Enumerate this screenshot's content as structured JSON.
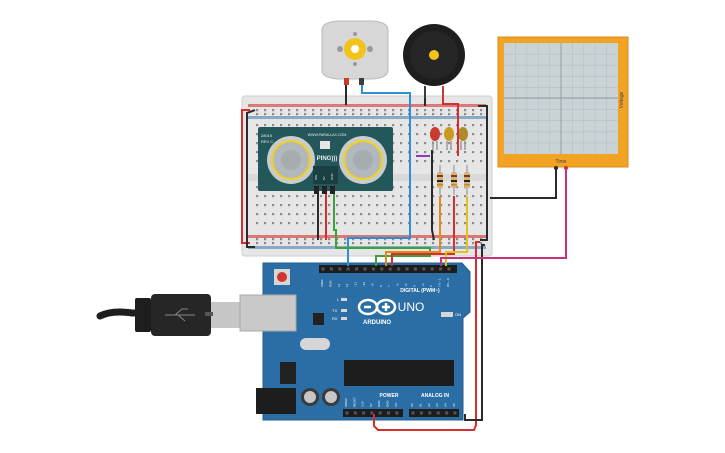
{
  "sensor": {
    "brand": "WWW.PARALLAX.COM",
    "model_line1": "28015",
    "model_line2": "REV C",
    "name": "PING)))",
    "pin_labels": [
      "SIG",
      "5V",
      "GND"
    ]
  },
  "oscilloscope": {
    "x_label": "Time",
    "y_label": "Voltage"
  },
  "arduino": {
    "brand": "ARDUINO",
    "model": "UNO",
    "digital_header": "DIGITAL (PWM~)",
    "power_label": "POWER",
    "analog_label": "ANALOG IN",
    "on_label": "ON",
    "tx_label": "TX",
    "rx_label": "RX",
    "l_label": "L",
    "digital_pins": [
      "AREF",
      "GND",
      "13",
      "12",
      "~11",
      "~10",
      "~9",
      "8",
      "7",
      "~6",
      "~5",
      "4",
      "~3",
      "2",
      "TX→1",
      "RX←0"
    ],
    "power_pins": [
      "IOREF",
      "RESET",
      "3.3V",
      "5V",
      "GND",
      "GND",
      "Vin"
    ],
    "analog_pins": [
      "A0",
      "A1",
      "A2",
      "A3",
      "A4",
      "A5"
    ]
  },
  "colors": {
    "board_blue": "#2b6ea6",
    "breadboard": "#e6e6e6",
    "screen_grid": "#c9d3d6",
    "scope_frame": "#f2a324",
    "wire_red": "#d62d2d",
    "wire_black": "#2a2a2a",
    "wire_blue": "#2d8fd6",
    "wire_green": "#3aa23a",
    "wire_orange": "#e8861e",
    "wire_yellow": "#e0c21a",
    "wire_magenta": "#c8327a",
    "wire_purple": "#8a3ab9"
  }
}
